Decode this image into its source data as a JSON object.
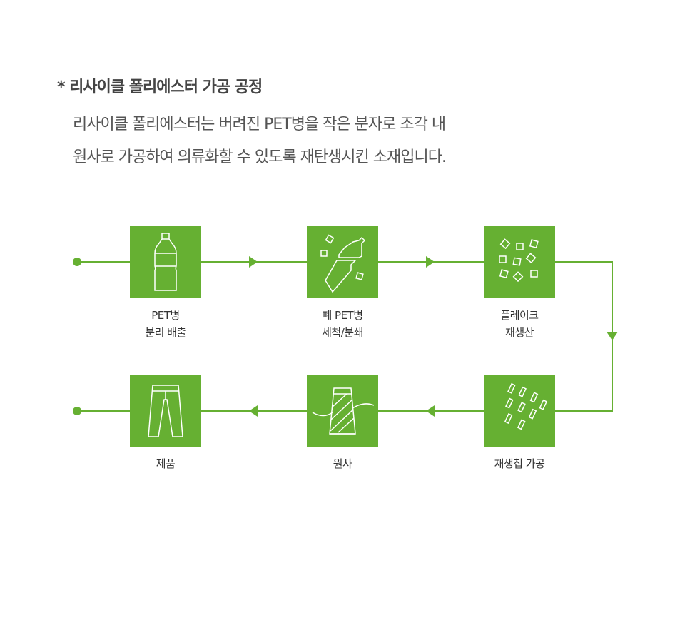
{
  "title": "* 리사이클 폴리에스터 가공 공정",
  "description": [
    "리사이클 폴리에스터는 버려진 PET병을 작은 분자로 조각 내",
    "원사로 가공하여 의류화할 수 있도록 재탄생시킨 소재입니다."
  ],
  "accent_color": "#66b032",
  "steps": [
    {
      "icon": "bottle-icon",
      "line1": "PET병",
      "line2": "분리 배출"
    },
    {
      "icon": "crushed-bottle-icon",
      "line1": "폐 PET병",
      "line2": "세척/분쇄"
    },
    {
      "icon": "flakes-icon",
      "line1": "플레이크",
      "line2": "재생산"
    },
    {
      "icon": "chips-icon",
      "line1": "재생칩 가공",
      "line2": ""
    },
    {
      "icon": "yarn-spool-icon",
      "line1": "원사",
      "line2": ""
    },
    {
      "icon": "pants-icon",
      "line1": "제품",
      "line2": ""
    }
  ]
}
